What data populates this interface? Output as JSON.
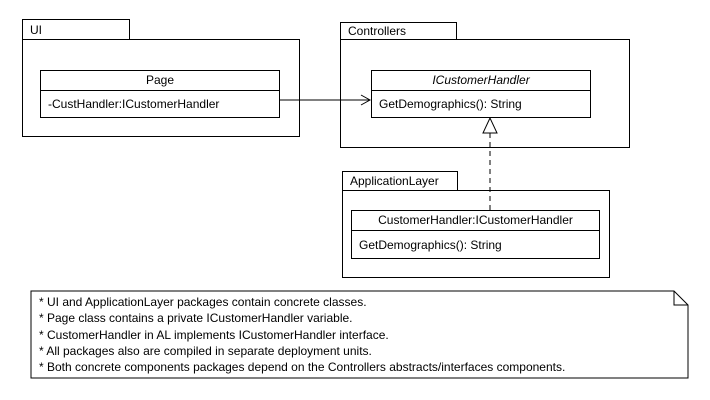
{
  "diagram": {
    "colors": {
      "stroke": "#000000",
      "background": "#ffffff"
    },
    "packages": {
      "ui": {
        "name": "UI",
        "class": {
          "title": "Page",
          "member": "-CustHandler:ICustomerHandler"
        }
      },
      "controllers": {
        "name": "Controllers",
        "class": {
          "title": "ICustomerHandler",
          "member": "GetDemographics(): String"
        }
      },
      "application_layer": {
        "name": "ApplicationLayer",
        "class": {
          "title": "CustomerHandler:ICustomerHandler",
          "member": "GetDemographics(): String"
        }
      }
    },
    "relations": [
      {
        "type": "dependency",
        "from": "Page",
        "to": "ICustomerHandler",
        "style": "solid-line-open-arrow"
      },
      {
        "type": "realization",
        "from": "CustomerHandler",
        "to": "ICustomerHandler",
        "style": "dashed-line-hollow-triangle"
      }
    ],
    "note": {
      "lines": [
        "* UI and ApplicationLayer packages contain concrete classes.",
        "* Page class contains a private ICustomerHandler variable.",
        "* CustomerHandler in AL implements ICustomerHandler interface.",
        "* All packages also are compiled in separate deployment units.",
        "* Both concrete components packages depend on the Controllers abstracts/interfaces components."
      ]
    }
  }
}
